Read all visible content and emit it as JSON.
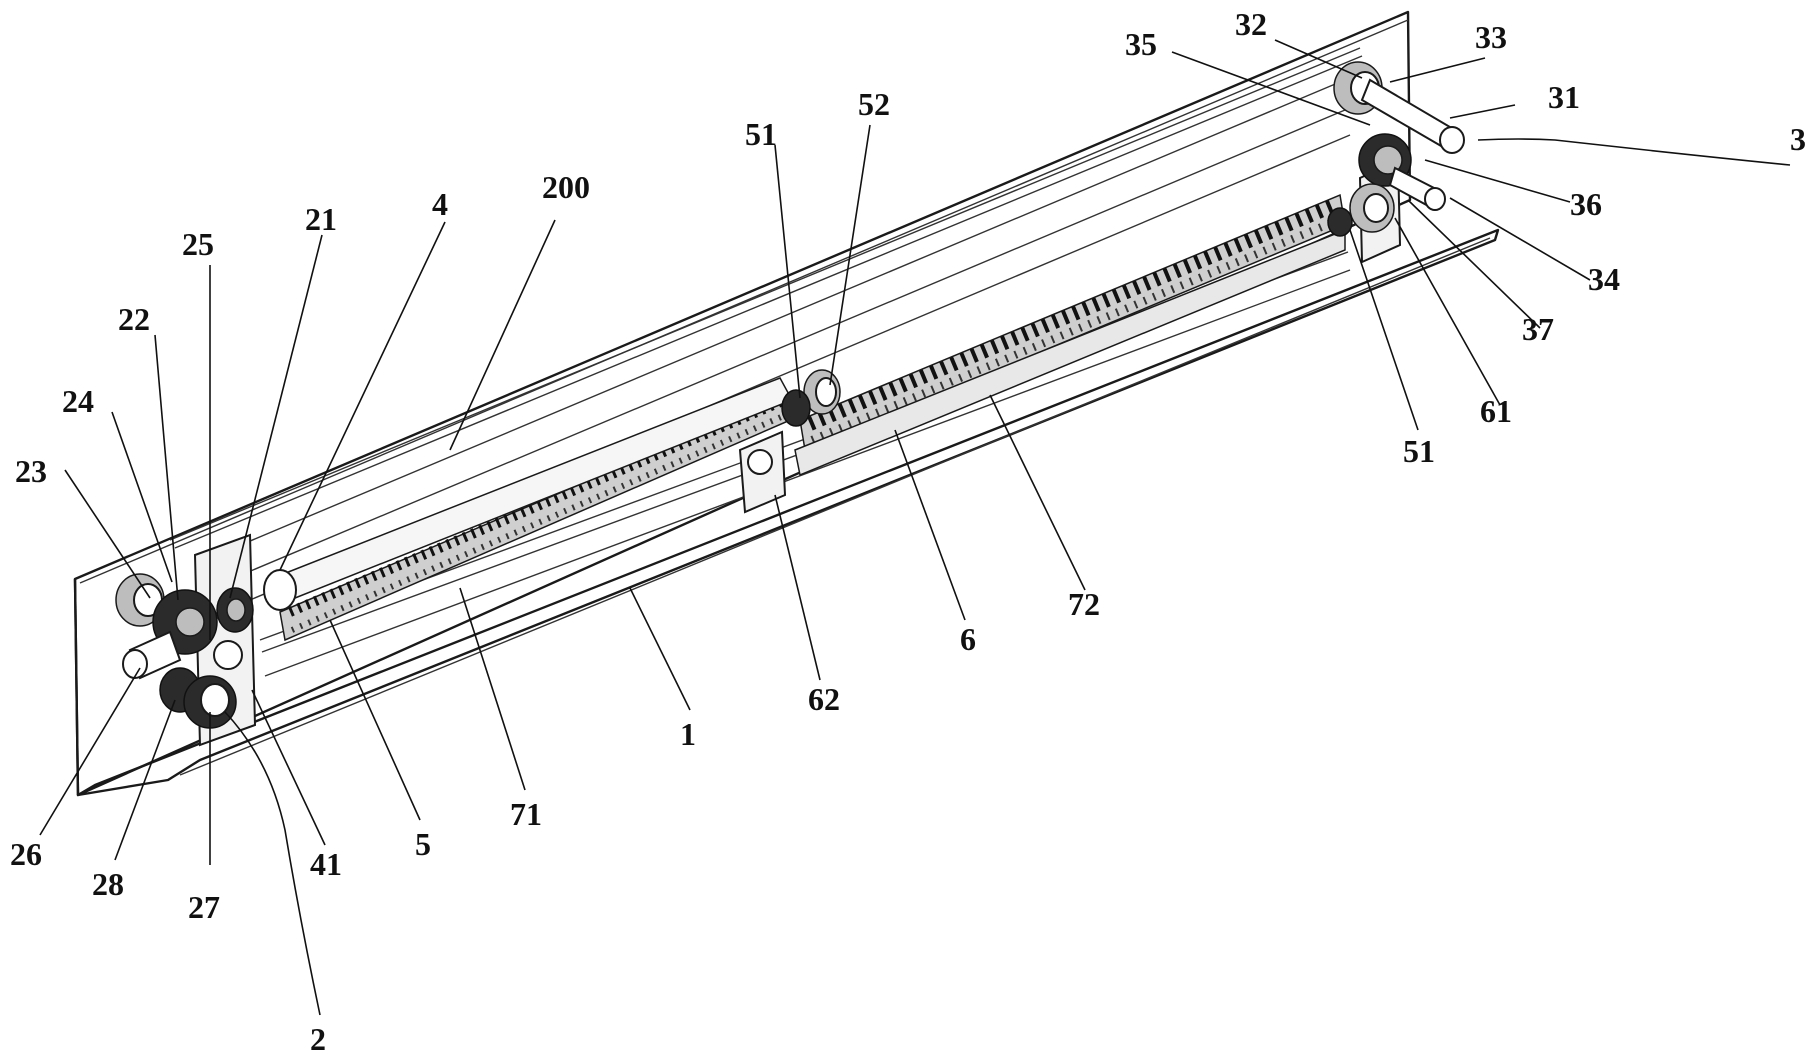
{
  "labels": {
    "l1": "1",
    "l2": "2",
    "l3": "3",
    "l4": "4",
    "l5": "5",
    "l6": "6",
    "l21": "21",
    "l22": "22",
    "l23": "23",
    "l24": "24",
    "l25": "25",
    "l26": "26",
    "l27": "27",
    "l28": "28",
    "l31": "31",
    "l32": "32",
    "l33": "33",
    "l34": "34",
    "l35": "35",
    "l36": "36",
    "l37": "37",
    "l41": "41",
    "l51a": "51",
    "l51b": "51",
    "l52": "52",
    "l61": "61",
    "l62": "62",
    "l71": "71",
    "l72": "72",
    "l200": "200"
  },
  "colors": {
    "line": "#1a1a1a",
    "gear": "#2b2b2b",
    "background": "#ffffff"
  }
}
